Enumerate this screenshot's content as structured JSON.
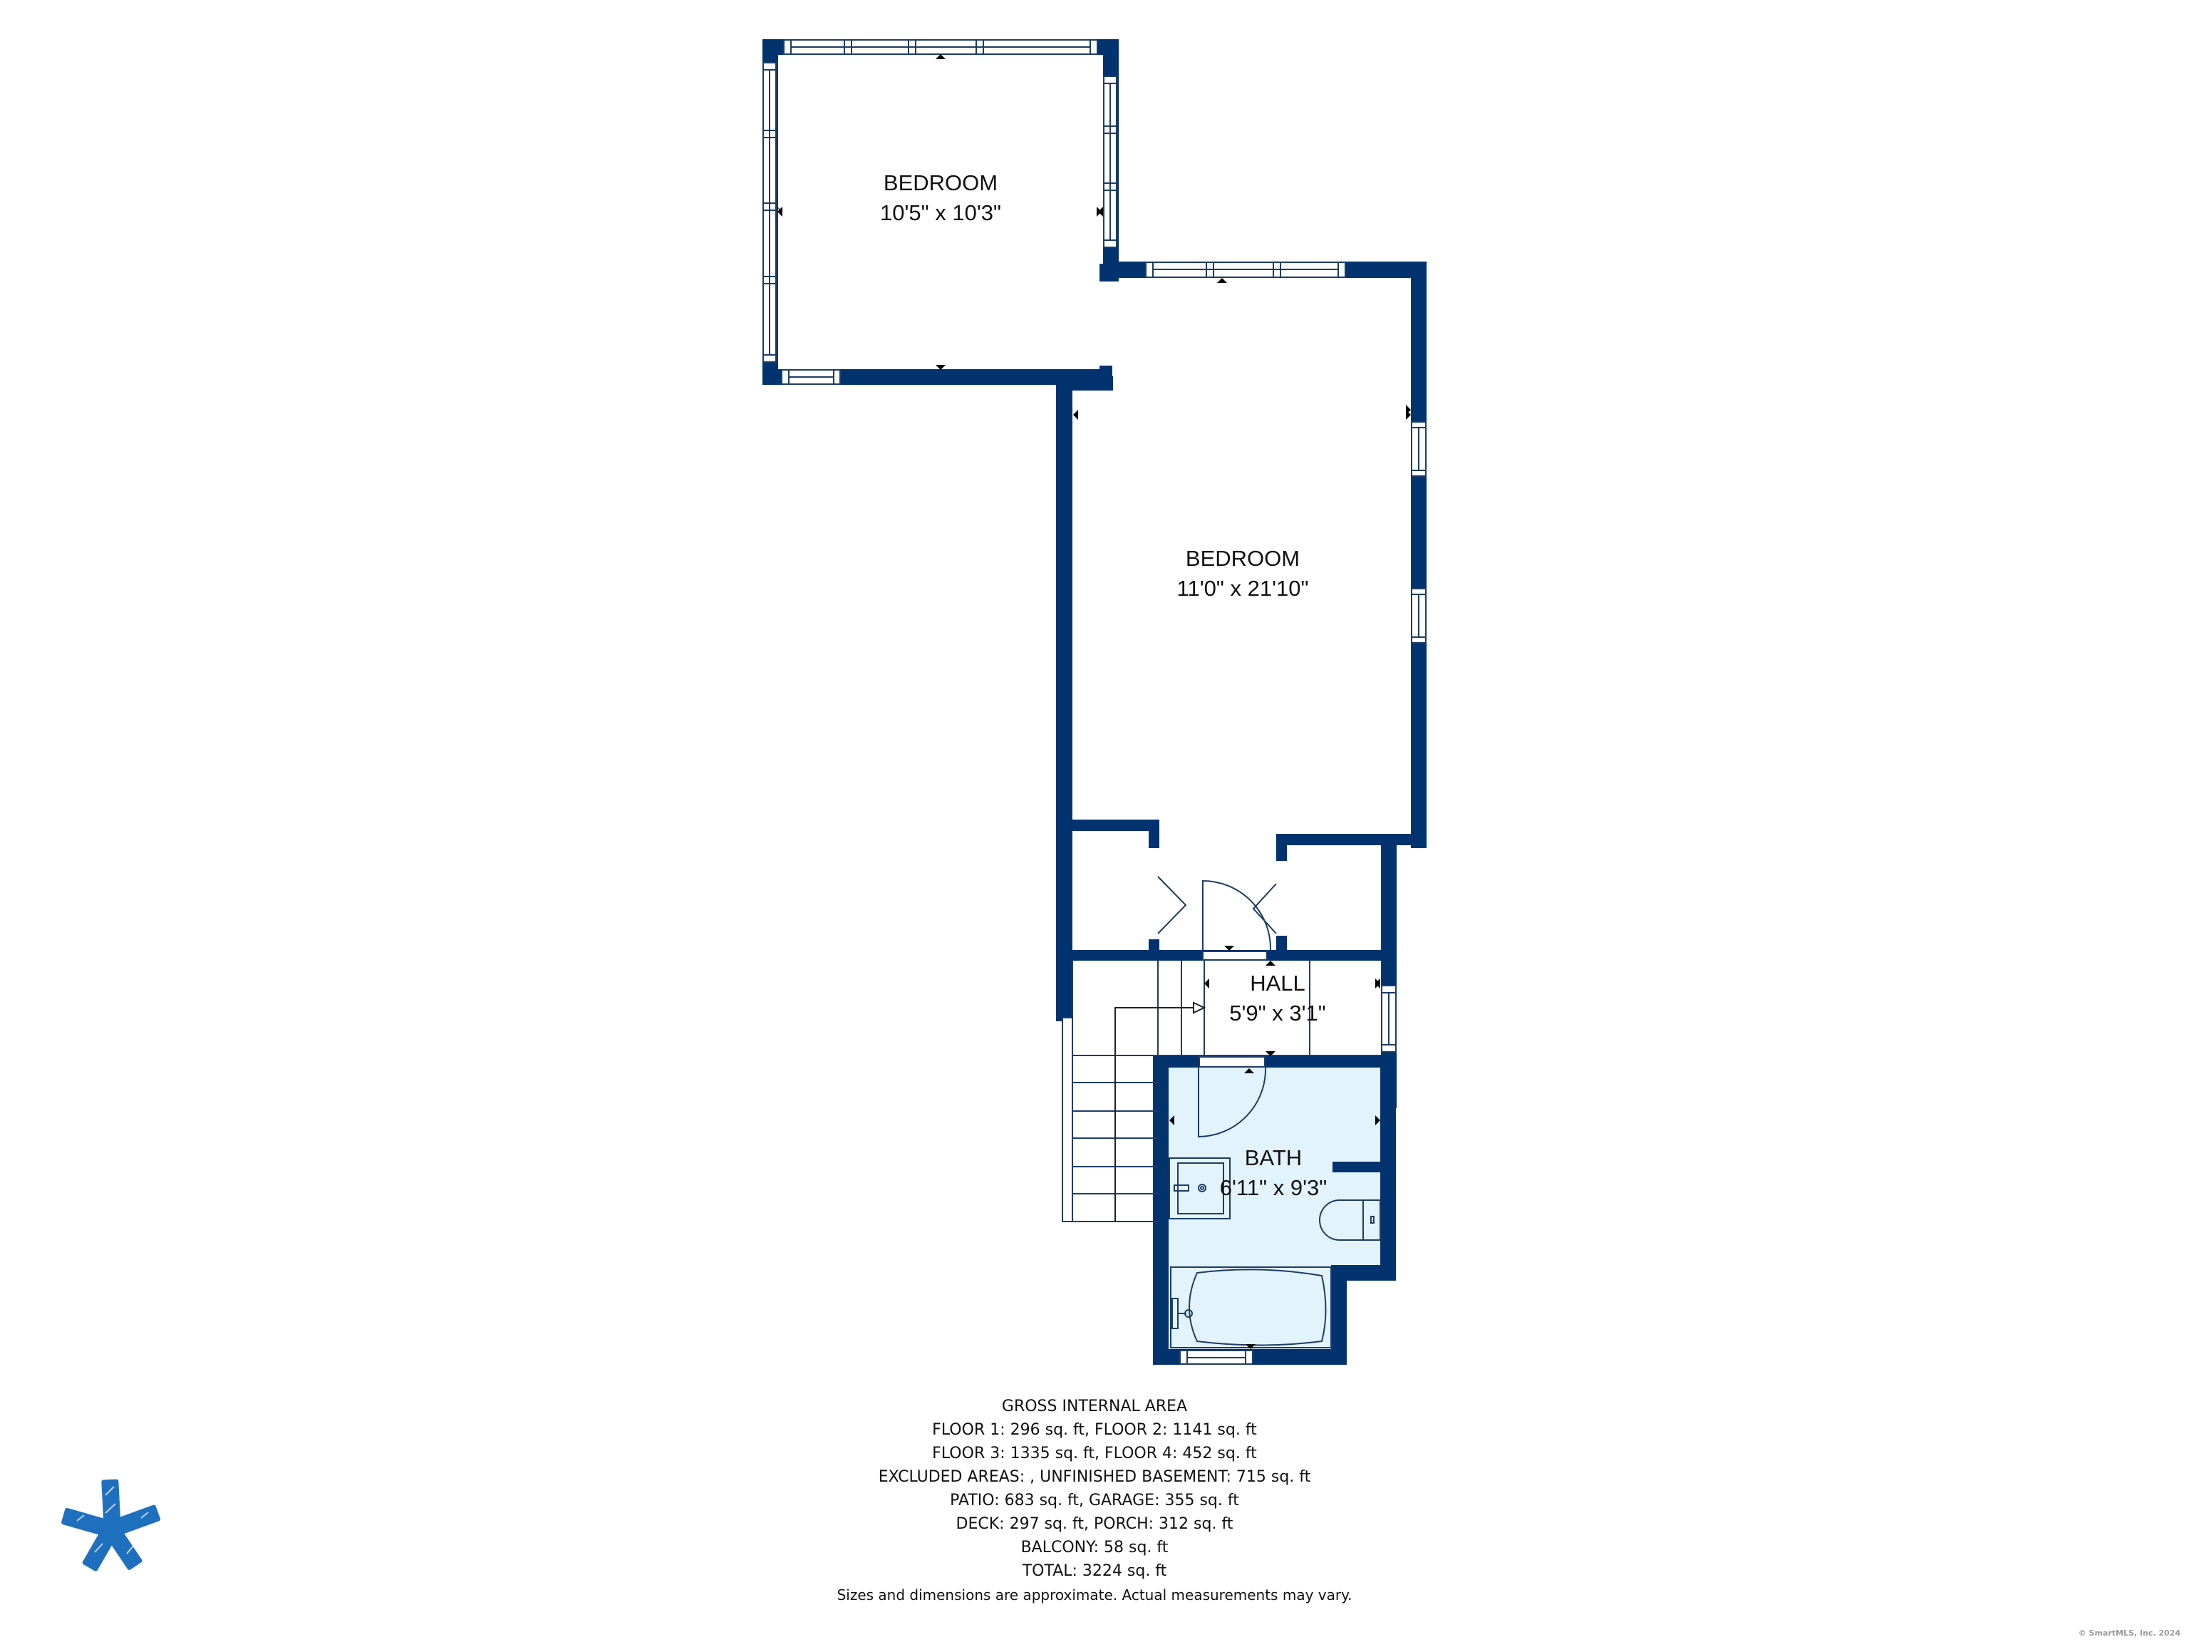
{
  "colors": {
    "wall": "#03336f",
    "bath_fill": "#e3f3fc",
    "fixture_line": "#1d3d66",
    "logo_blue": "#1f6fbf",
    "copyright_gray": "#9a9a9a"
  },
  "rooms": [
    {
      "id": "bedroom-1",
      "name": "BEDROOM",
      "dimensions": "10'5\" x 10'3\""
    },
    {
      "id": "bedroom-2",
      "name": "BEDROOM",
      "dimensions": "11'0\" x 21'10\""
    },
    {
      "id": "hall",
      "name": "HALL",
      "dimensions": "5'9\" x 3'1\""
    },
    {
      "id": "bath",
      "name": "BATH",
      "dimensions": "6'11\" x 9'3\""
    }
  ],
  "summary": {
    "title": "GROSS INTERNAL AREA",
    "lines": [
      "FLOOR 1: 296 sq. ft, FLOOR 2: 1141 sq. ft",
      "FLOOR 3: 1335 sq. ft, FLOOR 4: 452 sq. ft",
      "EXCLUDED AREAS: , UNFINISHED BASEMENT: 715 sq. ft",
      "PATIO: 683 sq. ft, GARAGE: 355 sq. ft",
      "DECK: 297 sq. ft, PORCH: 312 sq. ft",
      "BALCONY: 58 sq. ft",
      "TOTAL: 3224 sq. ft"
    ],
    "disclaimer": "Sizes and dimensions are approximate. Actual measurements may vary."
  },
  "copyright": "© SmartMLS, Inc.  2024",
  "logo": {
    "icon": "asterisk-logo-icon"
  }
}
